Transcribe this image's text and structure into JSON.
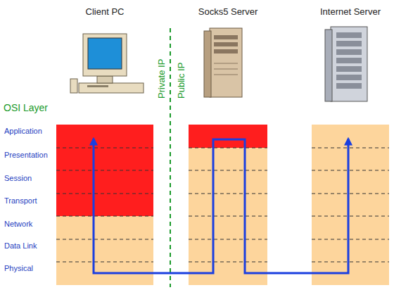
{
  "diagram": {
    "nodes": [
      {
        "text": [
          "Client PC"
        ]
      },
      {
        "text": [
          "Socks5 Server"
        ]
      },
      {
        "text": [
          "Internet Server"
        ]
      }
    ],
    "edges": [
      {
        "from": 1,
        "to": 0,
        "arrow": "to"
      },
      {
        "from": 1,
        "to": 2,
        "arrow": "to"
      }
    ],
    "labels": [
      "OSI Layer",
      "Application",
      "Presentation",
      "Session",
      "Transport",
      "Network",
      "Data Link",
      "Physical",
      "Private IP",
      "Public IP"
    ]
  }
}
